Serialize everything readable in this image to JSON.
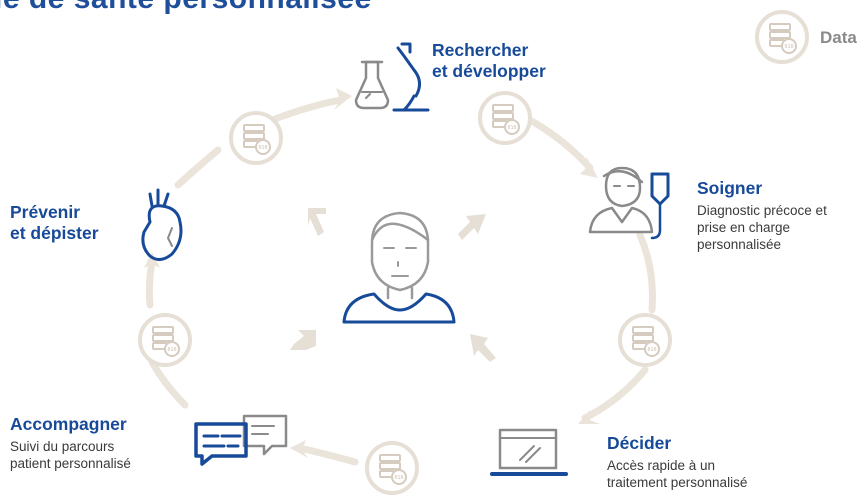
{
  "header": {
    "cut_title": "le de santé personnalisée"
  },
  "legend": {
    "label": "Data",
    "icon": "data-database-icon"
  },
  "steps": {
    "rechercher": {
      "title_line1": "Rechercher",
      "title_line2": "et développer",
      "icon": "lab-microscope-icon"
    },
    "soigner": {
      "title": "Soigner",
      "desc_line1": "Diagnostic précoce et",
      "desc_line2": "prise en charge",
      "desc_line3": "personnalisée",
      "icon": "nurse-iv-drip-icon"
    },
    "decider": {
      "title": "Décider",
      "desc_line1": "Accès rapide à un",
      "desc_line2": "traitement personnalisé",
      "icon": "laptop-icon"
    },
    "accompagner": {
      "title": "Accompagner",
      "desc_line1": "Suivi du parcours",
      "desc_line2": "patient personnalisé",
      "icon": "chat-bubbles-icon"
    },
    "prevenir": {
      "title_line1": "Prévenir",
      "title_line2": "et dépister",
      "icon": "heart-icon"
    }
  },
  "center": {
    "icon": "patient-person-icon"
  },
  "colors": {
    "blue": "#174a99",
    "beige": "#e8e0d6",
    "beige_dark": "#d9cfc2",
    "gray": "#8a8a8a"
  }
}
